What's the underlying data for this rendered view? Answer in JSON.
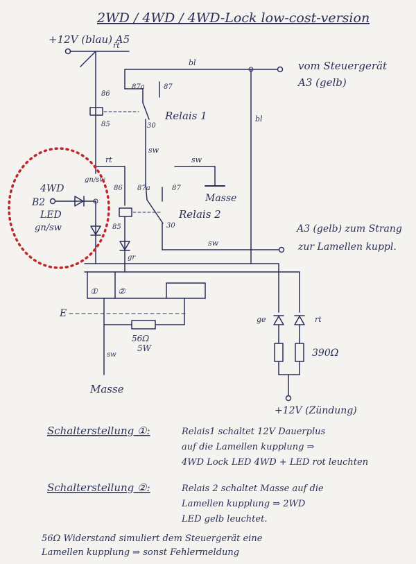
{
  "title": "2WD / 4WD / 4WD-Lock  low-cost-version",
  "colors": {
    "ink": "#2a2f5a",
    "paper": "#f4f3ef",
    "highlight": "#c0272d"
  },
  "labels": {
    "supply_top": "+12V (blau) A5",
    "rt_top": "rt",
    "bl_top": "bl",
    "from_ecu_1": "vom Steuergerät",
    "from_ecu_2": "A3 (gelb)",
    "r1_86": "86",
    "r1_87a": "87a",
    "r1_87": "87",
    "r1_85": "85",
    "r1_30": "30",
    "relay1": "Relais 1",
    "bl_right": "bl",
    "sw_mid": "sw",
    "rt_mid": "rt",
    "sw_gnd": "sw",
    "masse_right": "Masse",
    "gn_sw": "gn/sw",
    "r2_86": "86",
    "r2_87a": "87a",
    "r2_87": "87",
    "r2_85": "85",
    "r2_30": "30",
    "relay2": "Relais 2",
    "led_4wd": "4WD",
    "b2": "B2",
    "led_word": "LED",
    "led_color": "gn/sw",
    "gr": "gr",
    "a3_right_1": "A3 (gelb) zum Strang",
    "a3_right_2": "zur Lamellen kuppl.",
    "sw_lower": "sw",
    "sw1": "①",
    "sw2": "②",
    "e_label": "E",
    "ge": "ge",
    "rt_led": "rt",
    "r390": "390Ω",
    "r56_1": "56Ω",
    "r56_2": "5W",
    "sw_left": "sw",
    "masse_left": "Masse",
    "ign": "+12V (Zündung)"
  },
  "notes": [
    {
      "heading": "Schalterstellung ①:",
      "lines": [
        "Relais1 schaltet 12V Dauerplus",
        "auf die Lamellen kupplung ⇒",
        "4WD Lock   LED 4WD + LED rot leuchten"
      ]
    },
    {
      "heading": "Schalterstellung ②:",
      "lines": [
        "Relais 2 schaltet Masse auf die",
        "Lamellen kupplung ⇒ 2WD",
        "LED gelb leuchtet."
      ]
    }
  ],
  "footer": [
    "56Ω Widerstand simuliert dem Steuergerät eine",
    "Lamellen kupplung ⇒ sonst Fehlermeldung"
  ]
}
